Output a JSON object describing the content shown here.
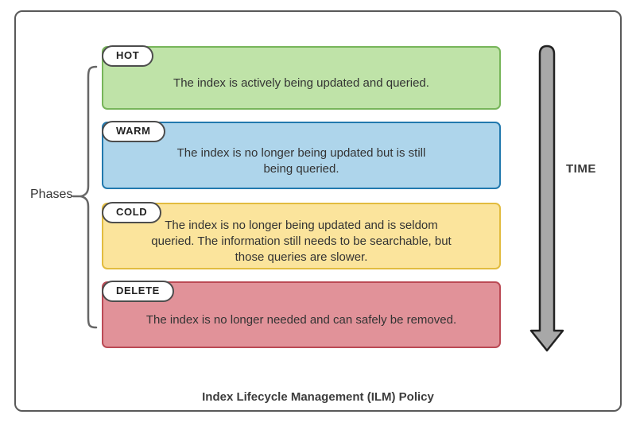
{
  "diagram": {
    "title": "Index Lifecycle Management (ILM) Policy",
    "left_label": "Phases",
    "time_label": "TIME",
    "phases": [
      {
        "name": "HOT",
        "description": "The index is actively being updated and queried.",
        "fill": "#bfe3a8",
        "border": "#77b55a"
      },
      {
        "name": "WARM",
        "description": "The index is no longer being updated but is still\nbeing queried.",
        "fill": "#aed5eb",
        "border": "#2279ae"
      },
      {
        "name": "COLD",
        "description": "The index is no longer being updated and is seldom\nqueried. The information still needs to be searchable, but\nthose queries are slower.",
        "fill": "#fbe49c",
        "border": "#e2bc3f"
      },
      {
        "name": "DELETE",
        "description": "The index is no longer needed and can safely be removed.",
        "fill": "#e19299",
        "border": "#bb4a55"
      }
    ],
    "colors": {
      "frame_border": "#595959",
      "brace": "#666666",
      "arrow_fill": "#a8a8a8",
      "arrow_outline": "#222222",
      "text": "#333333"
    }
  }
}
